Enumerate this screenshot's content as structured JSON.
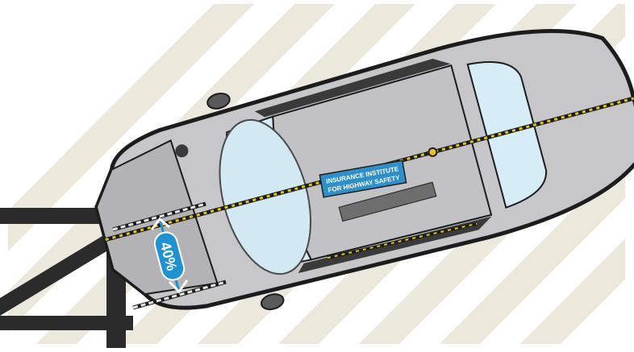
{
  "badge": {
    "line1": "INSURANCE INSTITUTE",
    "line2": "FOR HIGHWAY SAFETY"
  },
  "overlap": {
    "label": "40%",
    "fraction": 0.4
  },
  "colors": {
    "background": "#ffffff",
    "stripe": "#ece8dc",
    "car_body": "#c7c7c9",
    "car_outline": "#1c1c1c",
    "windshield": "#d6ecf6",
    "airbag": "#d2e9f4",
    "barrier": "#2b2b2b",
    "accent_blue": "#1f93d1",
    "badge_blue": "#2f8fc9",
    "marker_line": "#e6c21a"
  }
}
